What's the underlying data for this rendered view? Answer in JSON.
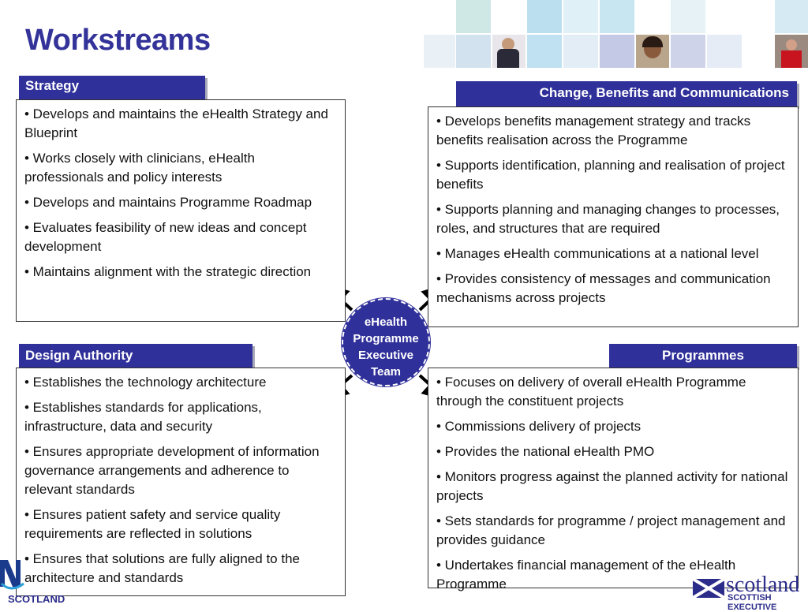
{
  "title": "Workstreams",
  "hub": {
    "lines": [
      "eHealth",
      "Programme",
      "Executive",
      "Team"
    ]
  },
  "strategy": {
    "tab": "Strategy",
    "items": [
      "• Develops and maintains the eHealth Strategy and Blueprint",
      "• Works closely with clinicians, eHealth professionals and policy interests",
      "• Develops and maintains Programme Roadmap",
      "• Evaluates feasibility of new ideas and concept development",
      "• Maintains alignment with the strategic direction"
    ]
  },
  "change": {
    "tab": "Change, Benefits and Communications",
    "items": [
      "• Develops benefits management strategy and tracks benefits realisation across the Programme",
      "• Supports identification, planning and realisation of project benefits",
      "• Supports planning and managing changes to processes, roles, and structures that are required",
      "• Manages eHealth communications at a national level",
      "• Provides consistency of messages and communication mechanisms across projects"
    ]
  },
  "design": {
    "tab": "Design Authority",
    "items": [
      "• Establishes the technology architecture",
      "• Establishes standards for applications, infrastructure, data and security",
      "• Ensures appropriate development of information governance arrangements and adherence to relevant standards",
      "• Ensures patient safety and service quality requirements are reflected in solutions",
      "• Ensures that solutions are fully aligned to the architecture and standards"
    ]
  },
  "programmes": {
    "tab": "Programmes",
    "items": [
      "• Focuses on delivery of overall eHealth Programme through the constituent projects",
      "• Commissions delivery of projects",
      "• Provides the national eHealth PMO",
      "• Monitors progress against the planned activity for national projects",
      "• Sets standards for programme / project management and provides guidance",
      "• Undertakes financial management of the eHealth Programme"
    ]
  },
  "logos": {
    "left_text": "SCOTLAND",
    "right_word": "scotland",
    "right_text": "SCOTTISH EXECUTIVE"
  },
  "colors": {
    "accent": "#30309a",
    "title": "#33339a"
  }
}
